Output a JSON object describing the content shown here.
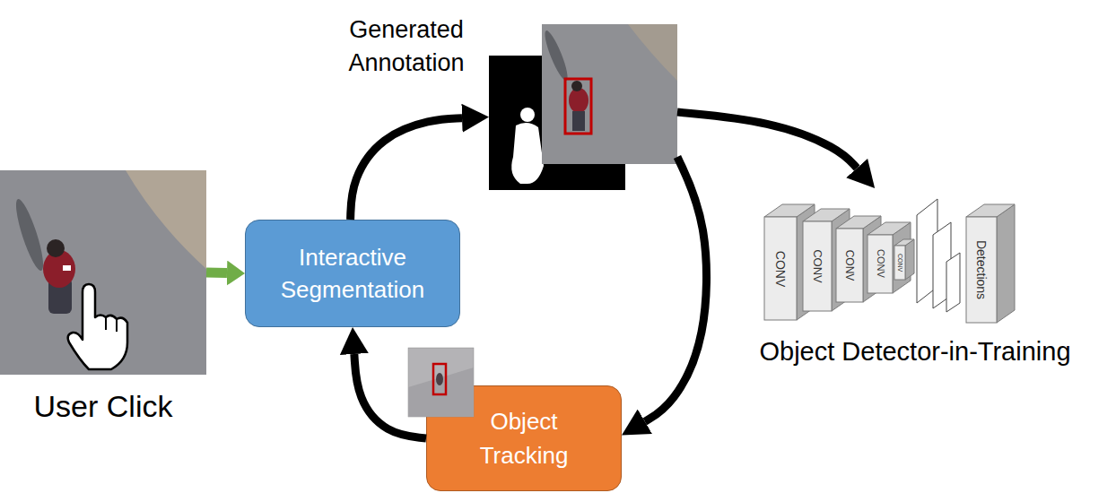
{
  "diagram": {
    "nodes": [
      {
        "text": [
          "User Click"
        ]
      },
      {
        "text": [
          "Interactive Segmentation"
        ]
      },
      {
        "text": [
          "Generated Annotation"
        ]
      },
      {
        "text": [
          "Object Detector-in-Training"
        ]
      },
      {
        "text": [
          "Object Tracking"
        ]
      }
    ],
    "edges": [
      {
        "from": 0,
        "to": 1,
        "arrow": "to"
      },
      {
        "from": 1,
        "to": 2,
        "arrow": "to"
      },
      {
        "from": 2,
        "to": 3,
        "arrow": "to"
      },
      {
        "from": 2,
        "to": 4,
        "arrow": "to"
      },
      {
        "from": 4,
        "to": 1,
        "arrow": "to"
      }
    ],
    "labels": [
      "CONV",
      "CONV",
      "CONV",
      "CONV",
      "CONV",
      "Detections"
    ]
  }
}
